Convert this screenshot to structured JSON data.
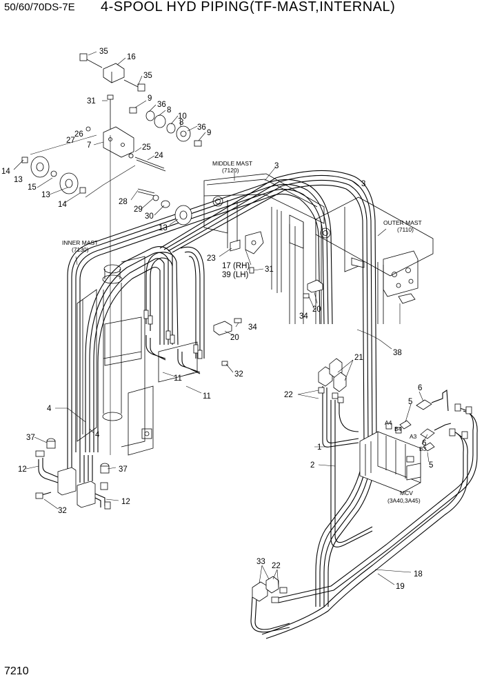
{
  "header": {
    "model": "50/60/70DS-7E",
    "title": "4-SPOOL HYD PIPING(TF-MAST,INTERNAL)"
  },
  "page": {
    "number": "7210"
  },
  "labels": {
    "middle_mast": [
      "MIDDLE MAST",
      "(7120)"
    ],
    "outer_mast": [
      "OUTER MAST",
      "(7110)"
    ],
    "inner_mast": [
      "INNER MAST",
      "(7130)"
    ],
    "mcv": [
      "MCV",
      "(3A40,3A45)"
    ],
    "ports": [
      "A4",
      "B4",
      "A3",
      "B3"
    ]
  },
  "parts": [
    {
      "n": "35"
    },
    {
      "n": "16"
    },
    {
      "n": "35"
    },
    {
      "n": "31"
    },
    {
      "n": "9"
    },
    {
      "n": "36"
    },
    {
      "n": "8"
    },
    {
      "n": "10"
    },
    {
      "n": "8"
    },
    {
      "n": "36"
    },
    {
      "n": "9"
    },
    {
      "n": "26"
    },
    {
      "n": "27"
    },
    {
      "n": "7"
    },
    {
      "n": "25"
    },
    {
      "n": "24"
    },
    {
      "n": "14"
    },
    {
      "n": "13"
    },
    {
      "n": "15"
    },
    {
      "n": "13"
    },
    {
      "n": "14"
    },
    {
      "n": "28"
    },
    {
      "n": "29"
    },
    {
      "n": "30"
    },
    {
      "n": "13"
    },
    {
      "n": "3"
    },
    {
      "n": "3"
    },
    {
      "n": "23"
    },
    {
      "n": "17 (RH)"
    },
    {
      "n": "31"
    },
    {
      "n": "39 (LH)"
    },
    {
      "n": "34"
    },
    {
      "n": "20"
    },
    {
      "n": "34"
    },
    {
      "n": "20"
    },
    {
      "n": "38"
    },
    {
      "n": "32"
    },
    {
      "n": "11"
    },
    {
      "n": "11"
    },
    {
      "n": "21"
    },
    {
      "n": "22"
    },
    {
      "n": "6"
    },
    {
      "n": "5"
    },
    {
      "n": "6"
    },
    {
      "n": "5"
    },
    {
      "n": "4"
    },
    {
      "n": "4"
    },
    {
      "n": "37"
    },
    {
      "n": "12"
    },
    {
      "n": "37"
    },
    {
      "n": "12"
    },
    {
      "n": "32"
    },
    {
      "n": "1"
    },
    {
      "n": "2"
    },
    {
      "n": "33"
    },
    {
      "n": "22"
    },
    {
      "n": "18"
    },
    {
      "n": "19"
    }
  ]
}
